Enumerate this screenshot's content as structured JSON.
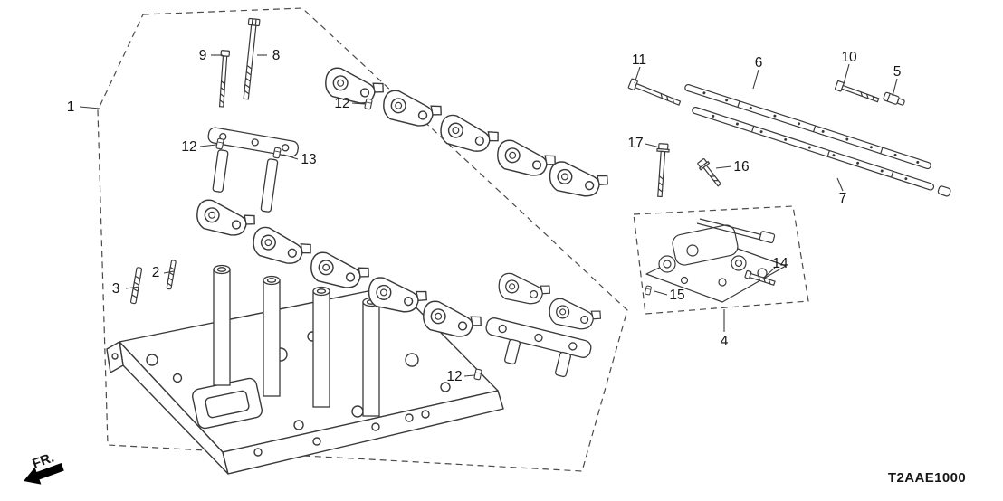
{
  "diagram": {
    "code": "T2AAE1000",
    "fr": "FR.",
    "callouts": [
      {
        "part": "1"
      },
      {
        "part": "9"
      },
      {
        "part": "8"
      },
      {
        "part": "12"
      },
      {
        "part": "12"
      },
      {
        "part": "13"
      },
      {
        "part": "2"
      },
      {
        "part": "3"
      },
      {
        "part": "12"
      },
      {
        "part": "11"
      },
      {
        "part": "6"
      },
      {
        "part": "10"
      },
      {
        "part": "5"
      },
      {
        "part": "17"
      },
      {
        "part": "16"
      },
      {
        "part": "7"
      },
      {
        "part": "14"
      },
      {
        "part": "15"
      },
      {
        "part": "4"
      }
    ]
  }
}
